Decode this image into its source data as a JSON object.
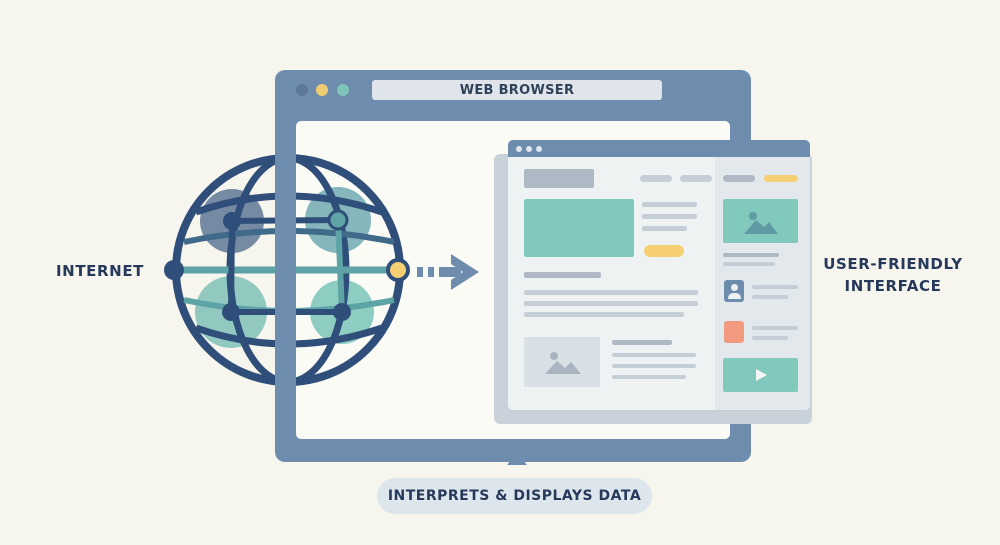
{
  "browser": {
    "title": "WEB BROWSER",
    "window_dots": [
      "#5f7796",
      "#f0cc70",
      "#7fc4b8"
    ]
  },
  "labels": {
    "internet": "INTERNET",
    "ui_line1": "USER-FRIENDLY",
    "ui_line2": "INTERFACE",
    "bottom": "INTERPRETS & DISPLAYS DATA"
  },
  "colors": {
    "background": "#f7f6ee",
    "browser_frame": "#6e8cad",
    "globe_dark": "#2f4f7a",
    "globe_teal": "#5ea3a6",
    "teal_fill": "#82c9bd",
    "yellow": "#f5cf72",
    "coral": "#f19a80",
    "text": "#26395a"
  },
  "icons": {
    "globe": "globe-network-icon",
    "arrow": "dashed-arrow-right-icon",
    "image": "image-placeholder-icon",
    "user": "user-profile-icon",
    "video": "video-play-icon"
  }
}
